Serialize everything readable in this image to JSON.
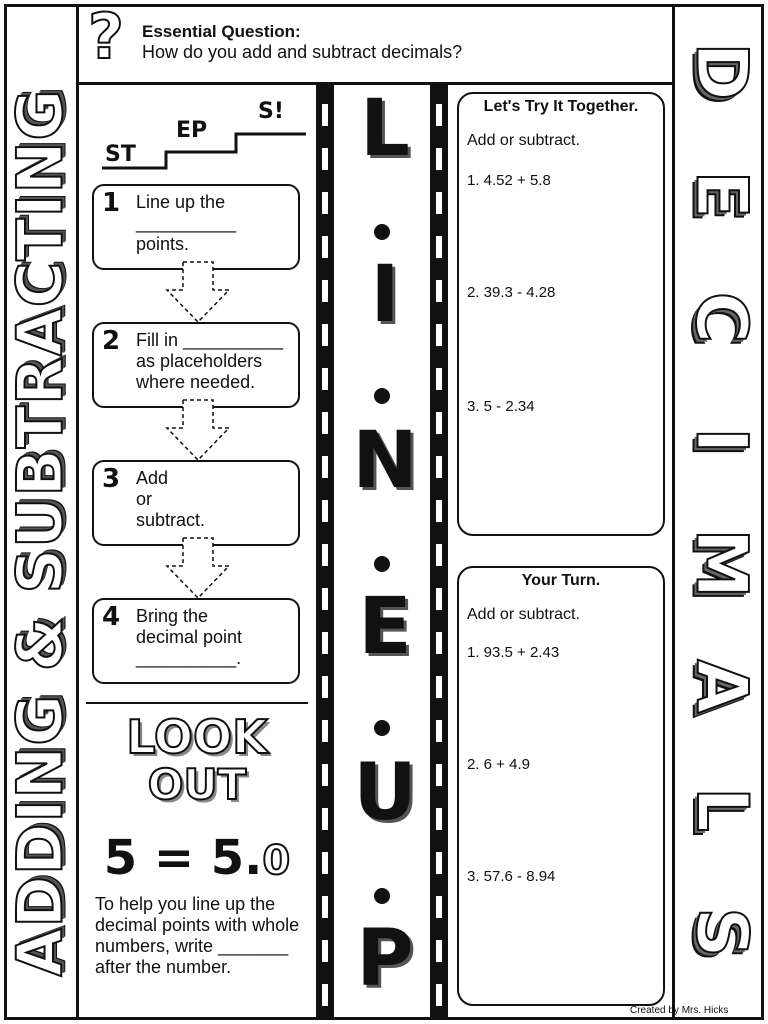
{
  "header": {
    "question_mark": "?",
    "title": "Essential Question:",
    "question": "How do you add and subtract decimals?"
  },
  "banners": {
    "left": "ADDING & SUBTRACTING",
    "right_letters": [
      "D",
      "E",
      "C",
      "I",
      "M",
      "A",
      "L",
      "S"
    ]
  },
  "steps_header": {
    "part1": "ST",
    "part2": "EP",
    "part3": "S!"
  },
  "steps": [
    {
      "num": "1",
      "text": "Line up the\n__________\npoints."
    },
    {
      "num": "2",
      "text": "Fill in __________\nas placeholders\nwhere needed."
    },
    {
      "num": "3",
      "text": "Add\nor\nsubtract."
    },
    {
      "num": "4",
      "text": "Bring the\ndecimal point\n__________."
    }
  ],
  "look_out": {
    "line1": "LOOK",
    "line2": "OUT",
    "eq_left": "5 = 5.",
    "eq_zero": "0",
    "tip": "To help you line up the decimal points with whole numbers, write _______ after the number."
  },
  "road_letters": [
    "L",
    "I",
    "N",
    "E",
    "U",
    "P"
  ],
  "together": {
    "title": "Let's Try It Together.",
    "instruction": "Add or subtract.",
    "items": [
      "1.  4.52 + 5.8",
      "2.  39.3 - 4.28",
      "3.  5 - 2.34"
    ]
  },
  "your_turn": {
    "title": "Your Turn.",
    "instruction": "Add or subtract.",
    "items": [
      "1.  93.5 + 2.43",
      "2.  6 + 4.9",
      "3.  57.6 - 8.94"
    ]
  },
  "credit": "Created by Mrs. Hicks"
}
